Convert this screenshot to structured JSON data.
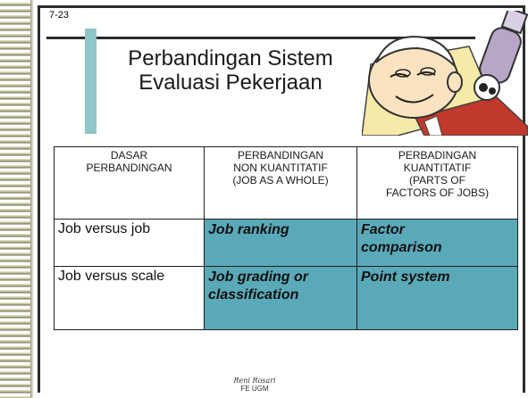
{
  "slide": {
    "number": "7-23",
    "title_line1": "Perbandingan Sistem",
    "title_line2": "Evaluasi Pekerjaan"
  },
  "table": {
    "headers": [
      [
        "DASAR",
        "PERBANDINGAN"
      ],
      [
        "PERBANDINGAN",
        "NON KUANTITATIF",
        "(JOB AS A WHOLE)"
      ],
      [
        "PERBADINGAN",
        "KUANTITATIF",
        "(PARTS OF",
        "FACTORS OF JOBS)"
      ]
    ],
    "rows": [
      {
        "label": "Job versus job",
        "nonquant": [
          "Job ranking"
        ],
        "quant": [
          "Factor",
          "comparison"
        ]
      },
      {
        "label": "Job versus scale",
        "nonquant": [
          "Job grading or",
          "classification"
        ],
        "quant": [
          "Point system"
        ]
      }
    ]
  },
  "footer": {
    "author": "Reni Rosari",
    "org": "FE UGM"
  },
  "colors": {
    "accent_teal": "#8fc6c8",
    "cell_teal": "#5aa9b8"
  },
  "icons": {
    "clipart": "sleepy-man-with-microphone-clipart"
  }
}
